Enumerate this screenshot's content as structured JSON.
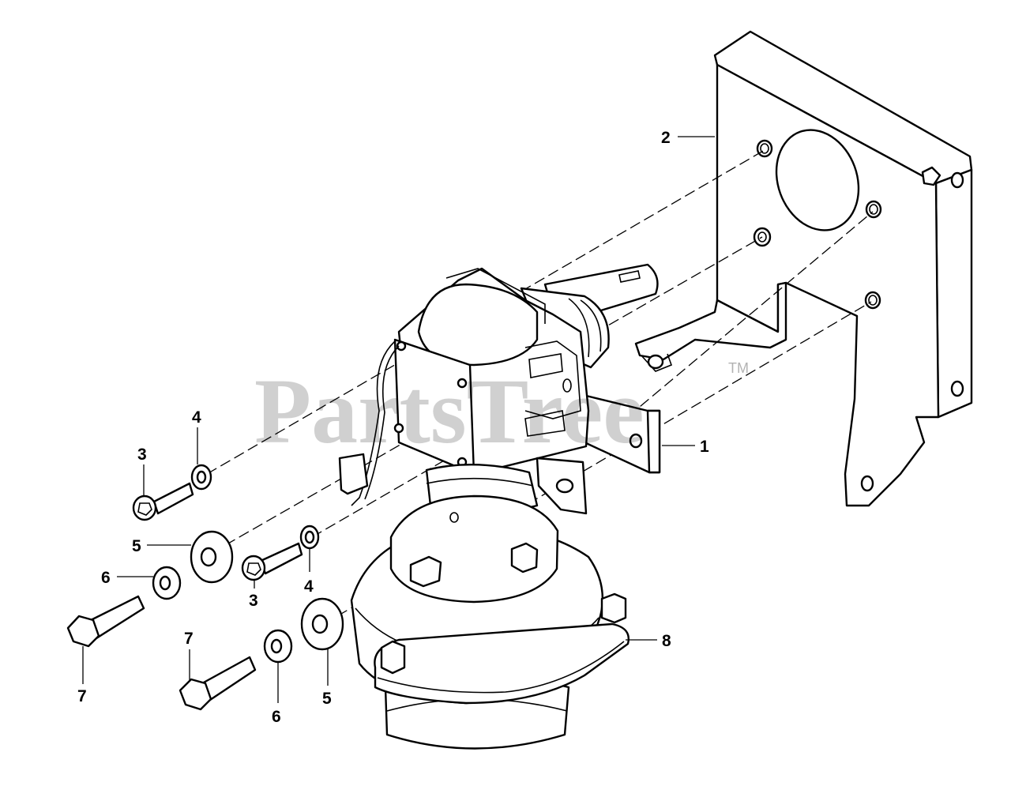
{
  "watermark": {
    "text": "PartsTree",
    "trademark": "TM"
  },
  "callouts": [
    {
      "id": "c1",
      "label": "1"
    },
    {
      "id": "c2",
      "label": "2"
    },
    {
      "id": "c3a",
      "label": "3"
    },
    {
      "id": "c3b",
      "label": "3"
    },
    {
      "id": "c4a",
      "label": "4"
    },
    {
      "id": "c4b",
      "label": "4"
    },
    {
      "id": "c5a",
      "label": "5"
    },
    {
      "id": "c5b",
      "label": "5"
    },
    {
      "id": "c6a",
      "label": "6"
    },
    {
      "id": "c6b",
      "label": "6"
    },
    {
      "id": "c7a",
      "label": "7"
    },
    {
      "id": "c7b",
      "label": "7"
    },
    {
      "id": "c8",
      "label": "8"
    }
  ]
}
